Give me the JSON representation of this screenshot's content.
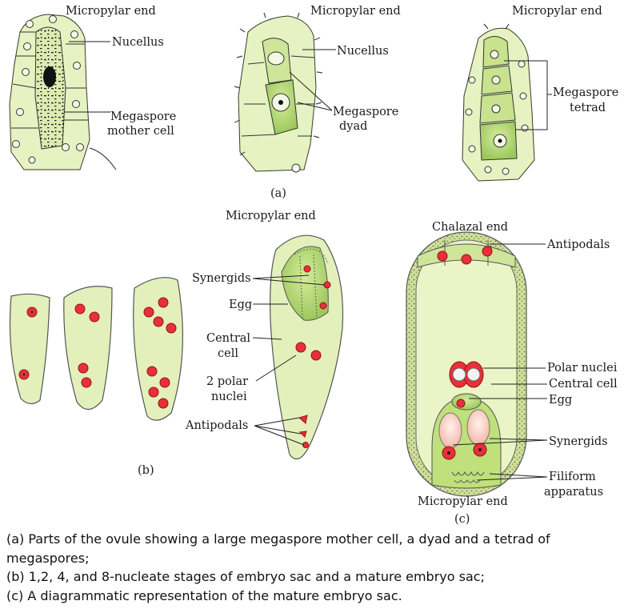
{
  "panel_a": {
    "left": {
      "title": "Micropylar end",
      "nucellus": "Nucellus",
      "mmc_line1": "Megaspore",
      "mmc_line2": "mother cell"
    },
    "middle": {
      "title": "Micropylar end",
      "nucellus": "Nucellus",
      "dyad_line1": "Megaspore",
      "dyad_line2": "dyad"
    },
    "right": {
      "title": "Micropylar end",
      "tetrad_line1": "Megaspore",
      "tetrad_line2": "tetrad"
    },
    "tag": "(a)"
  },
  "panel_b": {
    "title": "Micropylar end",
    "synergids": "Synergids",
    "egg": "Egg",
    "central_line1": "Central",
    "central_line2": "cell",
    "polar_line1": "2 polar",
    "polar_line2": "nuclei",
    "antipodals": "Antipodals",
    "tag": "(b)"
  },
  "panel_c": {
    "chalazal": "Chalazal end",
    "antipodals": "Antipodals",
    "polar": "Polar nuclei",
    "central": "Central cell",
    "egg": "Egg",
    "synergids": "Synergids",
    "filiform_line1": "Filiform",
    "filiform_line2": "apparatus",
    "micropylar": "Micropylar end",
    "tag": "(c)"
  },
  "caption": {
    "line1": "(a) Parts of the ovule showing a large megaspore mother cell, a dyad and a tetrad of megaspores;",
    "line2": "(b) 1,2, 4, and 8-nucleate stages of embryo sac and a mature embryo sac;",
    "line3": "(c) A diagrammatic representation of the mature embryo sac."
  },
  "colors": {
    "cell_fill": "#e6f2c2",
    "nucleus_red": "#e8303a",
    "egg_green": "#bcdc7a",
    "wall_stipple": "#8a8f5a"
  }
}
